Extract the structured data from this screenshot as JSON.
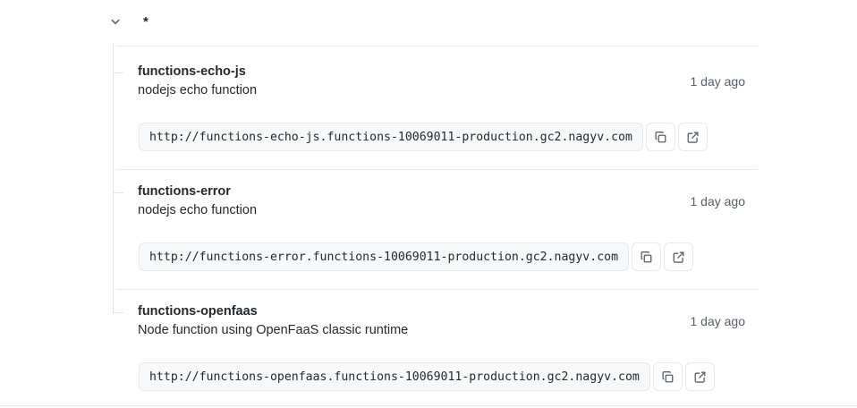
{
  "header": {
    "toggle_icon": "chevron-down-icon",
    "title": "*"
  },
  "icons": {
    "copy": "copy-icon",
    "external": "external-link-icon"
  },
  "colors": {
    "text": "#24292f",
    "muted": "#57606a",
    "border": "#e1e4e8",
    "field_bg": "#f6f8fa",
    "page_bg": "#ffffff"
  },
  "items": [
    {
      "title": "functions-echo-js",
      "description": "nodejs echo function",
      "time": "1 day ago",
      "url": "http://functions-echo-js.functions-10069011-production.gc2.nagyv.com"
    },
    {
      "title": "functions-error",
      "description": "nodejs echo function",
      "time": "1 day ago",
      "url": "http://functions-error.functions-10069011-production.gc2.nagyv.com"
    },
    {
      "title": "functions-openfaas",
      "description": "Node function using OpenFaaS classic runtime",
      "time": "1 day ago",
      "url": "http://functions-openfaas.functions-10069011-production.gc2.nagyv.com"
    }
  ]
}
